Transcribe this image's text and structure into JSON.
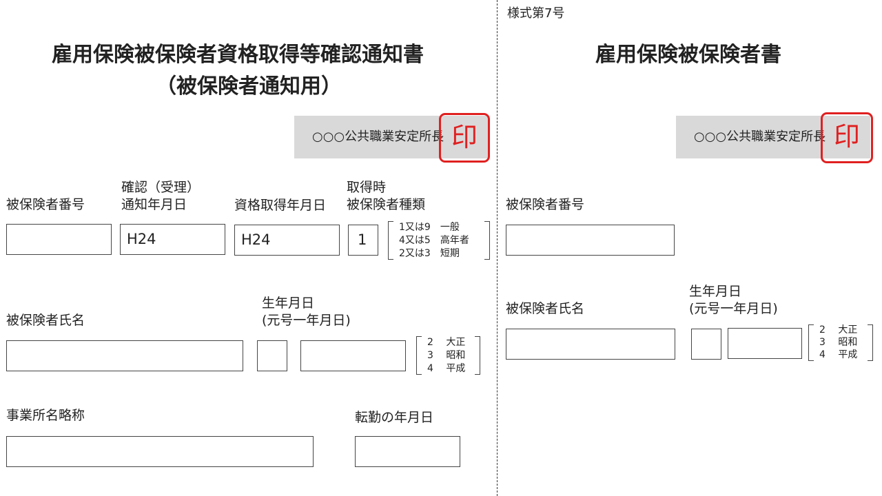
{
  "left": {
    "title_line1": "雇用保険被保険者資格取得等確認通知書",
    "title_line2": "（被保険者通知用）",
    "office": "○○○公共職業安定所長",
    "seal": "印",
    "insured_number_label": "被保険者番号",
    "confirm_date_label_1": "確認（受理）",
    "confirm_date_label_2": "通知年月日",
    "confirm_date_value": "H24",
    "acq_date_label": "資格取得年月日",
    "acq_date_value": "H24",
    "type_label_1": "取得時",
    "type_label_2": "被保険者種類",
    "type_value": "1",
    "type_options": [
      "1又は9　一般",
      "4又は5　高年者",
      "2又は3　短期"
    ],
    "name_label": "被保険者氏名",
    "birth_label_1": "生年月日",
    "birth_label_2": "(元号一年月日)",
    "era_options": [
      "2　 大正",
      "3　 昭和",
      "4　 平成"
    ],
    "office_name_label": "事業所名略称",
    "transfer_label": "転勤の年月日"
  },
  "right": {
    "form_number": "様式第7号",
    "title": "雇用保険被保険者書",
    "office": "○○○公共職業安定所長",
    "seal": "印",
    "insured_number_label": "被保険者番号",
    "name_label": "被保険者氏名",
    "birth_label_1": "生年月日",
    "birth_label_2": "(元号一年月日)",
    "era_options": [
      "2　 大正",
      "3　 昭和",
      "4　 平成"
    ]
  },
  "colors": {
    "seal": "#e02020",
    "office_bg": "#d9d9d9"
  }
}
